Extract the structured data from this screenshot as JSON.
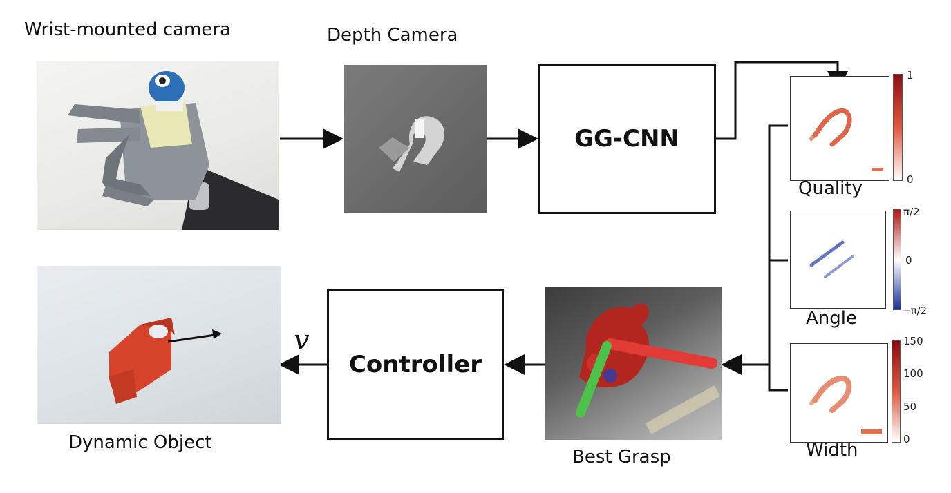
{
  "labels": {
    "wrist_camera": "Wrist-mounted camera",
    "depth_camera": "Depth Camera",
    "ggcnn": "GG-CNN",
    "quality": "Quality",
    "angle": "Angle",
    "width": "Width",
    "best_grasp": "Best Grasp",
    "controller": "Controller",
    "velocity": "v",
    "dynamic_object": "Dynamic Object"
  },
  "colorbars": {
    "quality": {
      "max": "1",
      "min": "0"
    },
    "angle": {
      "max": "π/2",
      "mid": "0",
      "min": "−π/2"
    },
    "width": {
      "t150": "150",
      "t100": "100",
      "t50": "50",
      "t0": "0"
    }
  },
  "icons": {
    "wrist": "robot-hand-photo",
    "depth": "depth-image",
    "grasp": "grasp-visualization",
    "object": "dynamic-object-photo"
  },
  "colors": {
    "quality_map": "#d84a2a",
    "angle_map": "#3f53b0",
    "width_map": "#e07050",
    "grasp_red": "#e23b35",
    "grasp_green": "#4cc24a"
  }
}
